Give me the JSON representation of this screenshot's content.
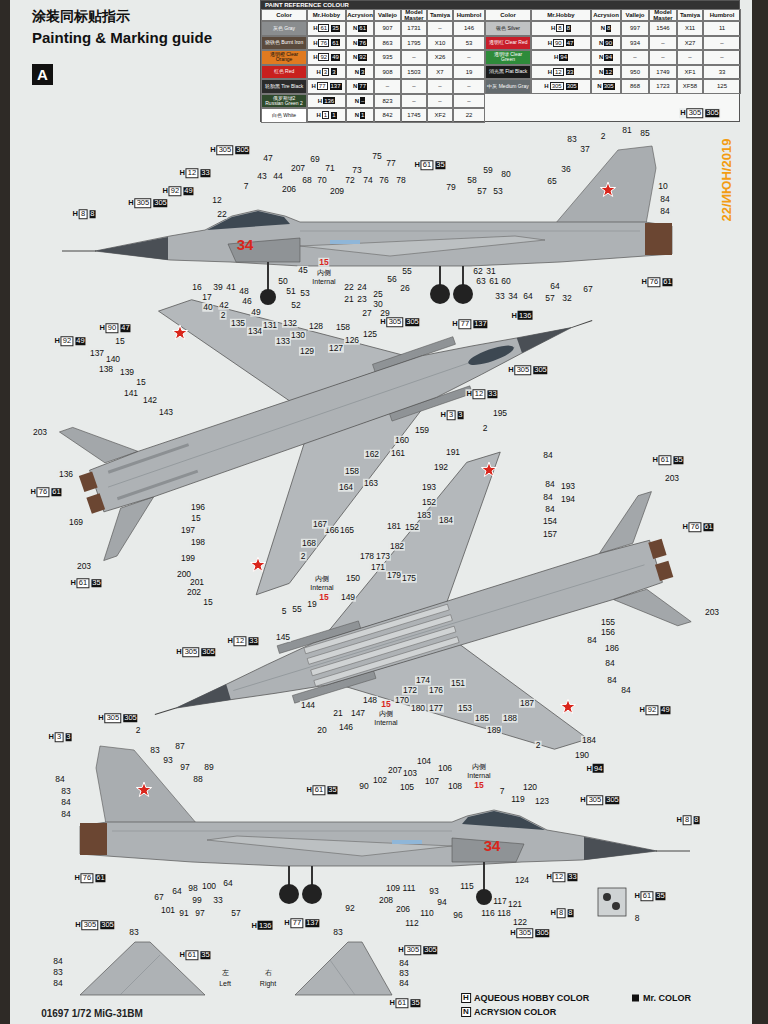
{
  "diagram": {
    "title": "Painting & Marking guide",
    "nodes": [
      {
        "text": [
          "A"
        ]
      }
    ],
    "labels": [
      "涂装同标贴指示",
      "PAINT REFERENCE COLOUR",
      "Color",
      "Mr.Hobby",
      "Acrysion",
      "Vallejo",
      "Model Master",
      "Tamiya",
      "Humbrol",
      "Color",
      "Mr.Hobby",
      "Acrysion",
      "Vallejo",
      "Model Master",
      "Tamiya",
      "Humbrol",
      "灰色 Gray",
      "H",
      "61",
      "35",
      "N",
      "61",
      "907",
      "1731",
      "–",
      "146",
      "烧铁色 Burnt Iron",
      "H",
      "76",
      "61",
      "N",
      "76",
      "863",
      "1795",
      "X10",
      "53",
      "透明橙 Clear Orange",
      "H",
      "92",
      "49",
      "N",
      "92",
      "935",
      "–",
      "X26",
      "–",
      "红色 Red",
      "H",
      "3",
      "3",
      "N",
      "3",
      "908",
      "1503",
      "X7",
      "19",
      "轮胎黑 Tire Black",
      "H",
      "77",
      "137",
      "N",
      "77",
      "–",
      "–",
      "–",
      "–",
      "俄罗斯绿2 Russian Green 2",
      "H",
      "136",
      "N",
      "–",
      "823",
      "–",
      "–",
      "–",
      "白色 White",
      "H",
      "1",
      "1",
      "N",
      "1",
      "842",
      "1745",
      "XF2",
      "22",
      "银色 Silver",
      "H",
      "8",
      "8",
      "N",
      "8",
      "997",
      "1546",
      "X11",
      "11",
      "透明红 Clear Red",
      "H",
      "90",
      "47",
      "N",
      "90",
      "934",
      "–",
      "X27",
      "–",
      "透明绿 Clear Green",
      "H",
      "94",
      "N",
      "94",
      "–",
      "–",
      "–",
      "–",
      "消光黑 Flat Black",
      "H",
      "12",
      "33",
      "N",
      "12",
      "950",
      "1749",
      "XF1",
      "33",
      "中灰 Medium Gray",
      "H",
      "305",
      "305",
      "N",
      "305",
      "868",
      "1723",
      "XF58",
      "125",
      "H",
      "305",
      "305",
      "H",
      "12",
      "33",
      "H",
      "92",
      "49",
      "H",
      "305",
      "305",
      "H",
      "8",
      "8",
      "47",
      "43",
      "44",
      "7",
      "12",
      "22",
      "207",
      "69",
      "73",
      "75",
      "77",
      "206",
      "68",
      "70",
      "71",
      "209",
      "72",
      "74",
      "76",
      "78",
      "H",
      "61",
      "35",
      "79",
      "58",
      "57",
      "59",
      "80",
      "53",
      "83",
      "37",
      "2",
      "81",
      "85",
      "65",
      "36",
      "10",
      "84",
      "84",
      "H",
      "305",
      "305",
      "34",
      "16",
      "17",
      "39",
      "41",
      "48",
      "40",
      "42",
      "46",
      "49",
      "50",
      "51",
      "52",
      "53",
      "45",
      "15",
      "内侧",
      "Internal",
      "22",
      "24",
      "21",
      "23",
      "25",
      "30",
      "27",
      "29",
      "56",
      "26",
      "55",
      "62",
      "31",
      "63",
      "61",
      "60",
      "33",
      "34",
      "64",
      "64",
      "57",
      "32",
      "67",
      "H",
      "76",
      "61",
      "H",
      "136",
      "H",
      "90",
      "47",
      "H",
      "92",
      "49",
      "2",
      "135",
      "134",
      "131",
      "132",
      "133",
      "130",
      "129",
      "128",
      "127",
      "158",
      "126",
      "125",
      "H",
      "305",
      "305",
      "H",
      "77",
      "137",
      "15",
      "137",
      "140",
      "138",
      "139",
      "15",
      "141",
      "142",
      "143",
      "203",
      "H",
      "305",
      "305",
      "H",
      "12",
      "33",
      "H",
      "3",
      "3",
      "159",
      "160",
      "161",
      "162",
      "163",
      "158",
      "164",
      "165",
      "166",
      "167",
      "168",
      "136",
      "H",
      "76",
      "61",
      "169",
      "196",
      "15",
      "197",
      "198",
      "203",
      "199",
      "200",
      "201",
      "202",
      "15",
      "H",
      "61",
      "35",
      "2",
      "195",
      "2",
      "191",
      "192",
      "84",
      "84",
      "193",
      "84",
      "194",
      "84",
      "154",
      "157",
      "H",
      "61",
      "35",
      "203",
      "193",
      "152",
      "183",
      "184",
      "181",
      "152",
      "182",
      "178",
      "173",
      "171",
      "175",
      "179",
      "H",
      "76",
      "61",
      "内侧",
      "Internal",
      "15",
      "150",
      "149",
      "19",
      "5",
      "55",
      "145",
      "H",
      "12",
      "33",
      "H",
      "305",
      "305",
      "203",
      "155",
      "156",
      "84",
      "186",
      "84",
      "84",
      "84",
      "144",
      "21",
      "147",
      "146",
      "20",
      "148",
      "15",
      "内侧",
      "Internal",
      "170",
      "180",
      "172",
      "174",
      "176",
      "177",
      "151",
      "153",
      "185",
      "189",
      "188",
      "187",
      "2",
      "190",
      "184",
      "H",
      "94",
      "H",
      "92",
      "49",
      "H",
      "305",
      "305",
      "H",
      "3",
      "3",
      "2",
      "83",
      "87",
      "93",
      "97",
      "88",
      "89",
      "84",
      "83",
      "84",
      "84",
      "H",
      "61",
      "35",
      "90",
      "102",
      "207",
      "104",
      "106",
      "103",
      "105",
      "107",
      "108",
      "内侧",
      "Internal",
      "15",
      "7",
      "120",
      "119",
      "123",
      "H",
      "305",
      "305",
      "H",
      "8",
      "8",
      "34",
      "H",
      "76",
      "61",
      "67",
      "64",
      "98",
      "100",
      "64",
      "101",
      "99",
      "91",
      "97",
      "33",
      "57",
      "H",
      "136",
      "H",
      "77",
      "137",
      "92",
      "109",
      "111",
      "208",
      "206",
      "110",
      "93",
      "94",
      "112",
      "96",
      "115",
      "117",
      "116",
      "118",
      "122",
      "121",
      "124",
      "H",
      "12",
      "33",
      "H",
      "61",
      "35",
      "H",
      "8",
      "8",
      "8",
      "H",
      "305",
      "305",
      "H",
      "305",
      "305",
      "83",
      "H",
      "61",
      "35",
      "84",
      "83",
      "84",
      "左",
      "Left",
      "右",
      "Right",
      "83",
      "H",
      "305",
      "305",
      "84",
      "83",
      "84",
      "H",
      "61",
      "35",
      "H",
      "N",
      "22/ИЮН/2019",
      "01697 1/72 MiG-31BM"
    ],
    "legend": [
      {
        "text": "AQUEOUS HOBBY COLOR"
      },
      {
        "text": "Mr. COLOR",
        "color": "#111111"
      },
      {
        "text": "ACRYSION COLOR"
      }
    ]
  }
}
